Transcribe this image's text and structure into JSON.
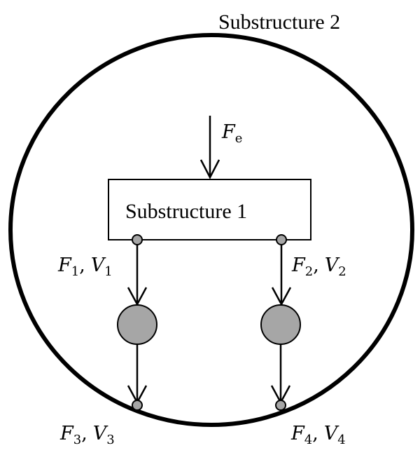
{
  "diagram": {
    "outer_label": "Substructure 2",
    "inner_label": "Substructure 1",
    "external_force": {
      "symbol": "F",
      "subscript": "e"
    },
    "connections": [
      {
        "id": "1",
        "force": "F",
        "force_sub": "1",
        "sep": ",",
        "velocity": "V",
        "velocity_sub": "1"
      },
      {
        "id": "2",
        "force": "F",
        "force_sub": "2",
        "sep": ",",
        "velocity": "V",
        "velocity_sub": "2"
      },
      {
        "id": "3",
        "force": "F",
        "force_sub": "3",
        "sep": ",",
        "velocity": "V",
        "velocity_sub": "3"
      },
      {
        "id": "4",
        "force": "F",
        "force_sub": "4",
        "sep": ",",
        "velocity": "V",
        "velocity_sub": "4"
      }
    ],
    "colors": {
      "stroke": "#000000",
      "node_fill": "#a6a6a6",
      "mass_fill": "#a6a6a6",
      "box_fill": "#ffffff"
    }
  }
}
